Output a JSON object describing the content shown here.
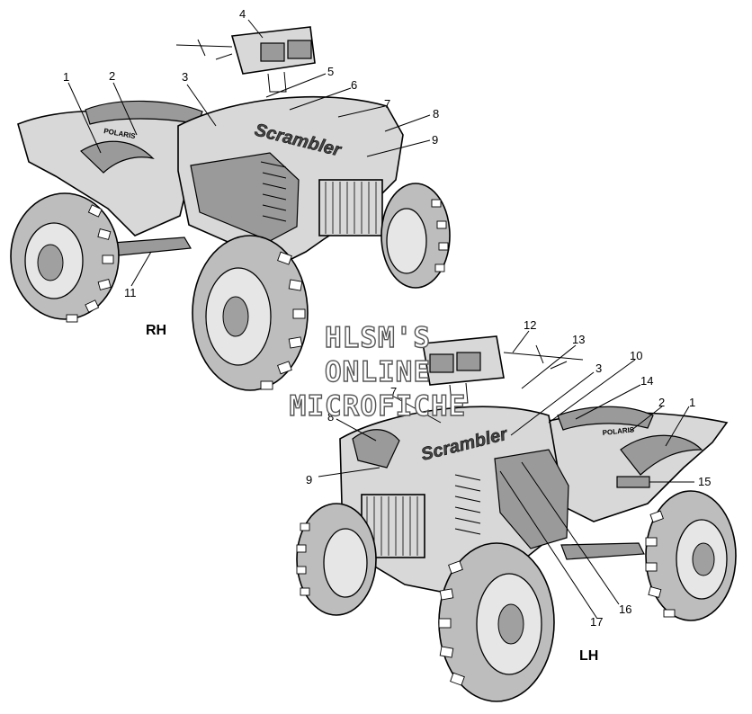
{
  "views": {
    "right": {
      "label": "RH"
    },
    "left": {
      "label": "LH"
    }
  },
  "watermark": {
    "line1": "HLSM'S",
    "line2": "ONLINE",
    "line3": "MICROFICHE"
  },
  "decals": {
    "model_name": "Scrambler",
    "brand": "POLARIS"
  },
  "callouts": {
    "rh": [
      "1",
      "2",
      "3",
      "4",
      "5",
      "6",
      "7",
      "8",
      "9",
      "11"
    ],
    "lh": [
      "12",
      "13",
      "3",
      "10",
      "14",
      "7",
      "2",
      "1",
      "8",
      "9",
      "15",
      "16",
      "17"
    ]
  },
  "colors": {
    "line": "#000000",
    "fill": "#d8d8d8",
    "shade": "#9a9a9a",
    "background": "#ffffff"
  }
}
